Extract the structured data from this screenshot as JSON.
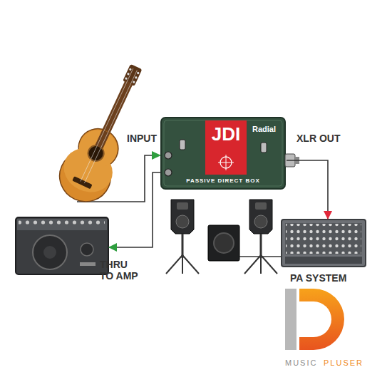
{
  "diagram": {
    "nodes": [
      {
        "text": [
          "Radial",
          "JDI",
          "PASSIVE DIRECT BOX"
        ]
      },
      {
        "text": [
          "THRU TO AMP"
        ]
      },
      {
        "text": [
          "PA SYSTEM"
        ]
      }
    ],
    "edges": [
      {
        "from": 0,
        "to": 1,
        "arrow": "to"
      },
      {
        "from": 0,
        "to": 2,
        "arrow": "to"
      }
    ],
    "labels": [
      "INPUT",
      "XLR OUT",
      "MUSIC",
      "PLUSER"
    ]
  }
}
